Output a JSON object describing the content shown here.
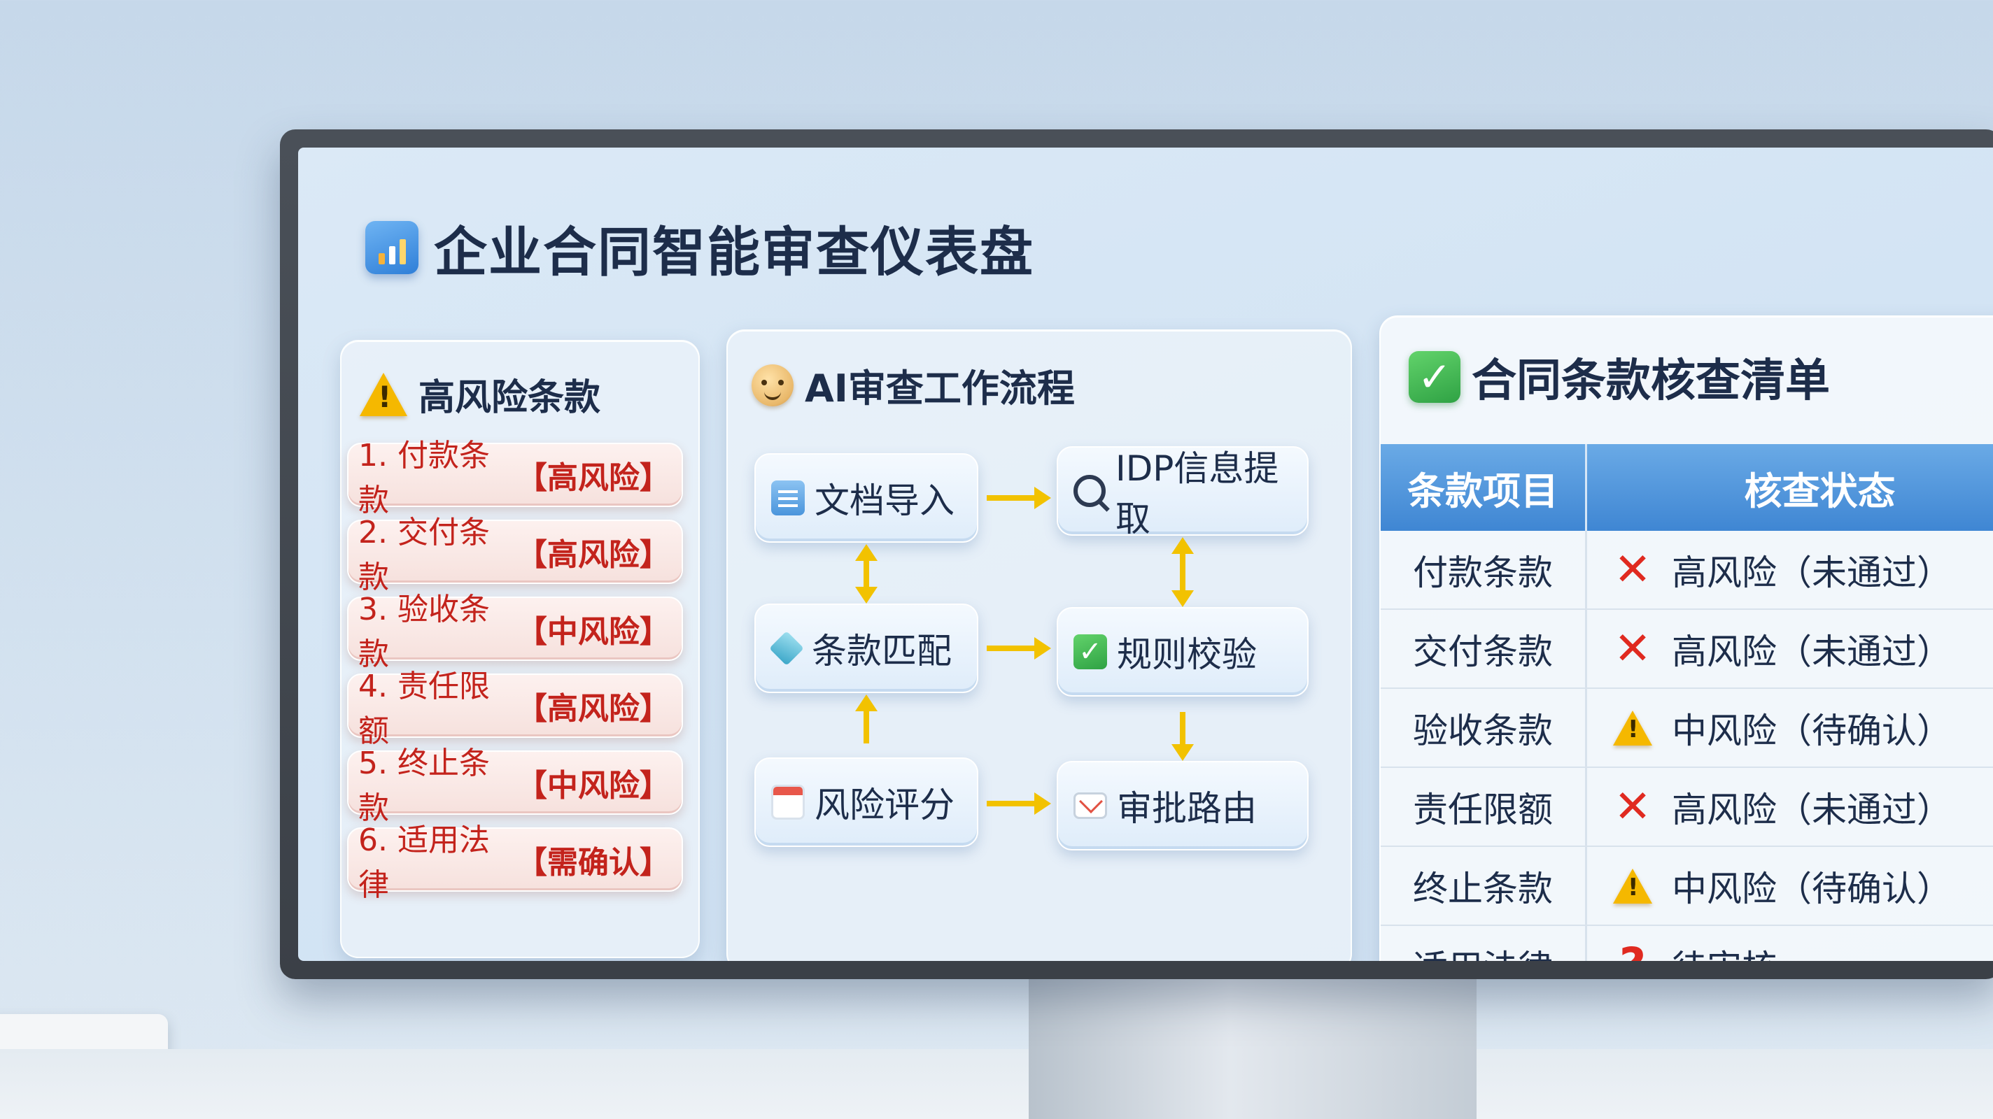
{
  "dashboard": {
    "title": "企业合同智能审查仪表盘"
  },
  "high_risk": {
    "title": "高风险条款",
    "items": [
      {
        "label": "1. 付款条款",
        "level": "【高风险】"
      },
      {
        "label": "2. 交付条款",
        "level": "【高风险】"
      },
      {
        "label": "3. 验收条款",
        "level": "【中风险】"
      },
      {
        "label": "4. 责任限额",
        "level": "【高风险】"
      },
      {
        "label": "5. 终止条款",
        "level": "【中风险】"
      },
      {
        "label": "6. 适用法律",
        "level": "【需确认】"
      }
    ]
  },
  "workflow": {
    "title": "AI审查工作流程",
    "nodes": {
      "doc_import": "文档导入",
      "idp_extract": "IDP信息提取",
      "clause_match": "条款匹配",
      "rule_check": "规则校验",
      "risk_score": "风险评分",
      "approval_route": "审批路由"
    }
  },
  "checklist": {
    "title": "合同条款核查清单",
    "headers": [
      "条款项目",
      "核查状态"
    ],
    "rows": [
      {
        "item": "付款条款",
        "status": "高风险（未通过）",
        "icon": "x-icon"
      },
      {
        "item": "交付条款",
        "status": "高风险（未通过）",
        "icon": "x-icon"
      },
      {
        "item": "验收条款",
        "status": "中风险（待确认）",
        "icon": "warning-icon"
      },
      {
        "item": "责任限额",
        "status": "高风险（未通过）",
        "icon": "x-icon"
      },
      {
        "item": "终止条款",
        "status": "中风险（待确认）",
        "icon": "warning-icon"
      },
      {
        "item": "适用法律",
        "status": "待审核",
        "icon": "question-icon"
      }
    ]
  },
  "colors": {
    "risk_red": "#c3231c",
    "table_header": "#4a8fd9",
    "arrow_yellow": "#f2c200",
    "check_green": "#2fa244"
  }
}
